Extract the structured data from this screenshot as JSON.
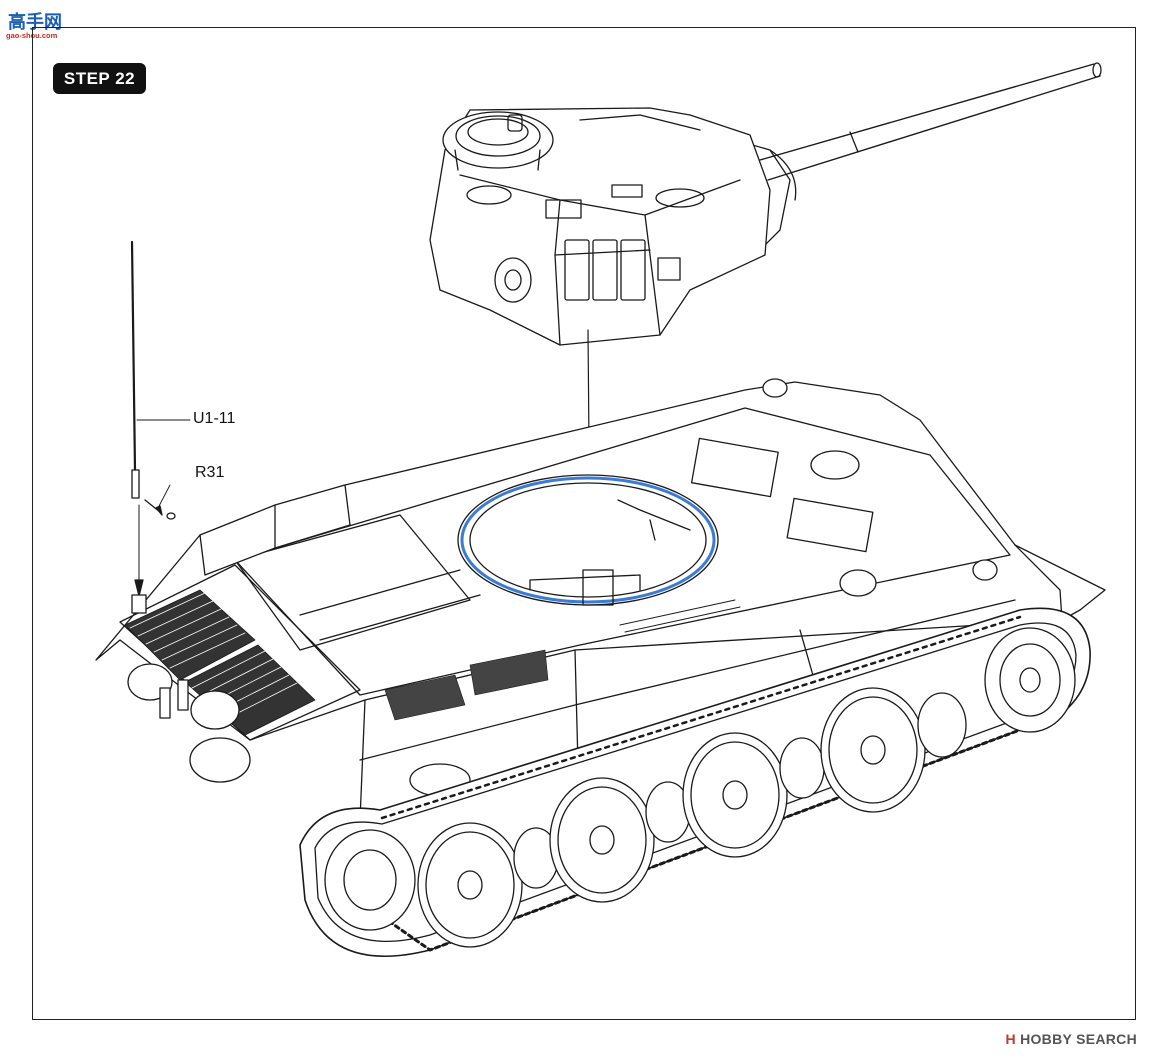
{
  "logo": {
    "text_cn": "高手网",
    "url": "gao-shou.com"
  },
  "step": {
    "label": "STEP 22"
  },
  "parts": {
    "antenna": "U1-11",
    "screw": "R31"
  },
  "watermark": {
    "prefix": "H",
    "text": "HOBBY SEARCH"
  },
  "colors": {
    "line": "#1a1a1a",
    "ring_highlight": "#3a7bd5",
    "badge": "#111111"
  }
}
